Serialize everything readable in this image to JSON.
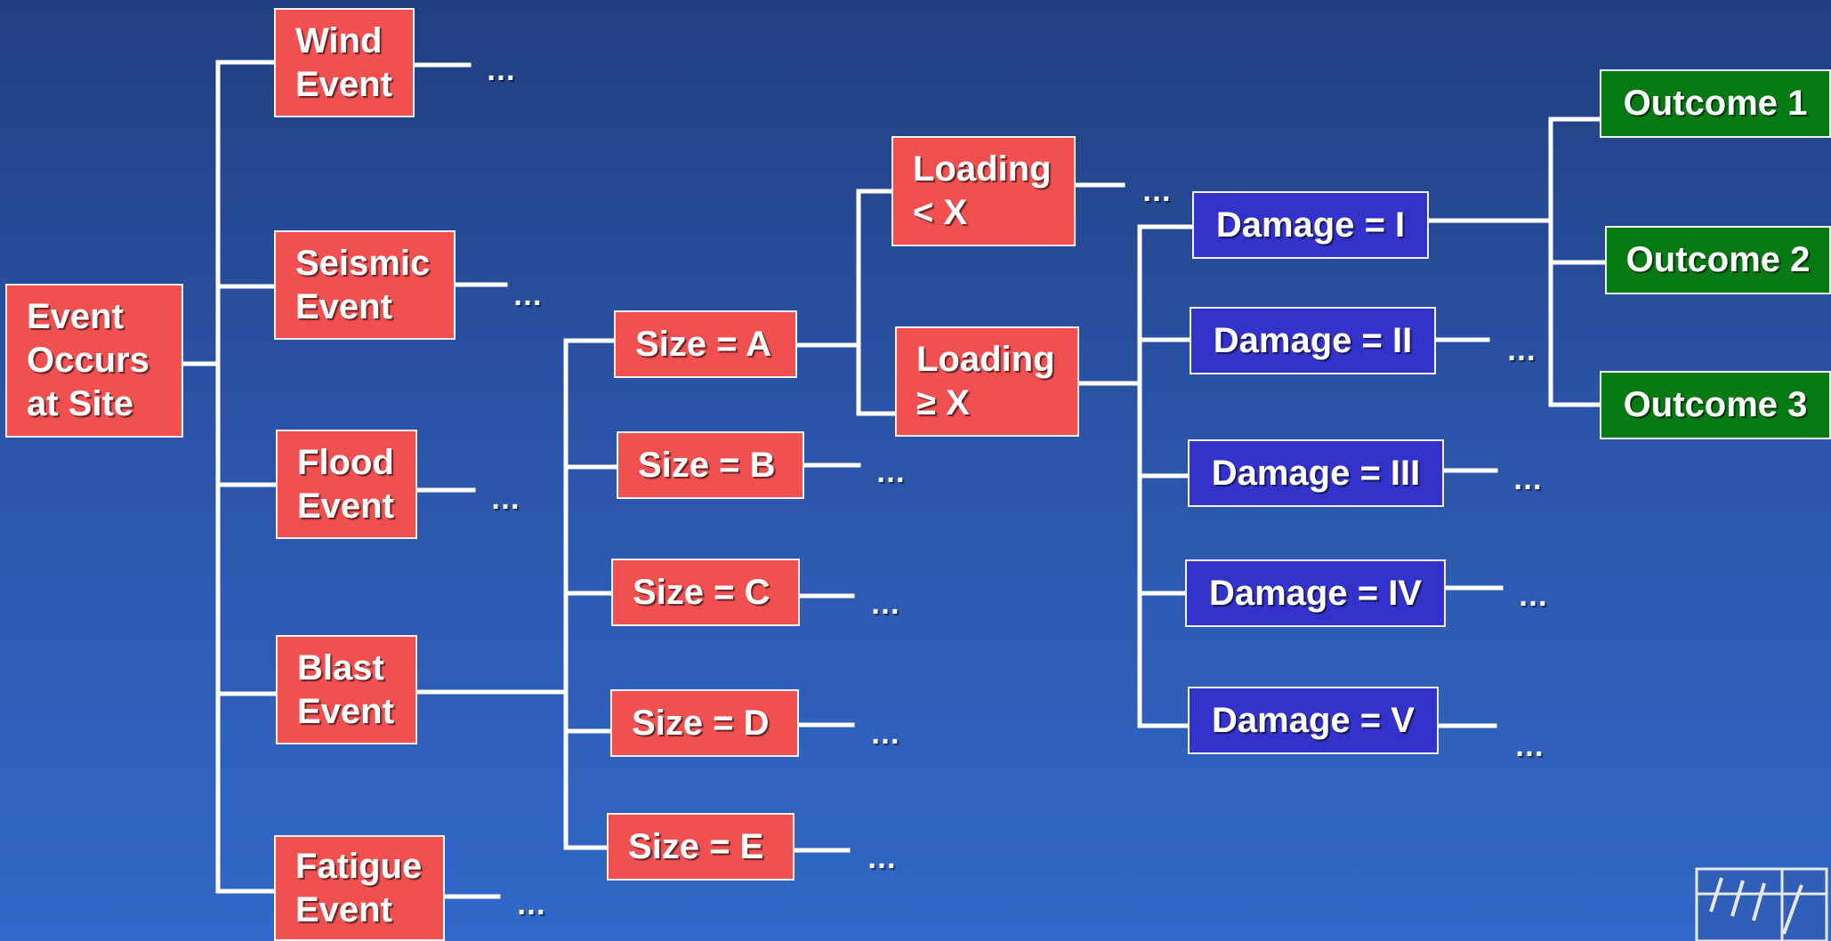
{
  "colors": {
    "event_box": "#f05050",
    "damage_box": "#3333cc",
    "outcome_box": "#087a13",
    "connector": "#ffffff",
    "background_top": "#213f80",
    "background_bottom": "#3268c8"
  },
  "root": {
    "label": "Event\nOccurs\nat Site"
  },
  "events": [
    {
      "label": "Wind\nEvent"
    },
    {
      "label": "Seismic\nEvent"
    },
    {
      "label": "Flood\nEvent"
    },
    {
      "label": "Blast\nEvent"
    },
    {
      "label": "Fatigue\nEvent"
    }
  ],
  "sizes": [
    {
      "label": "Size = A"
    },
    {
      "label": "Size = B"
    },
    {
      "label": "Size = C"
    },
    {
      "label": "Size = D"
    },
    {
      "label": "Size = E"
    }
  ],
  "loadings": [
    {
      "label": "Loading\n< X"
    },
    {
      "label": "Loading\n≥ X"
    }
  ],
  "damages": [
    {
      "label": "Damage = I"
    },
    {
      "label": "Damage = II"
    },
    {
      "label": "Damage = III"
    },
    {
      "label": "Damage = IV"
    },
    {
      "label": "Damage = V"
    }
  ],
  "outcomes": [
    {
      "label": "Outcome 1"
    },
    {
      "label": "Outcome 2"
    },
    {
      "label": "Outcome 3"
    }
  ],
  "continuation": "…",
  "logo_icon": "hatched-logo-icon"
}
